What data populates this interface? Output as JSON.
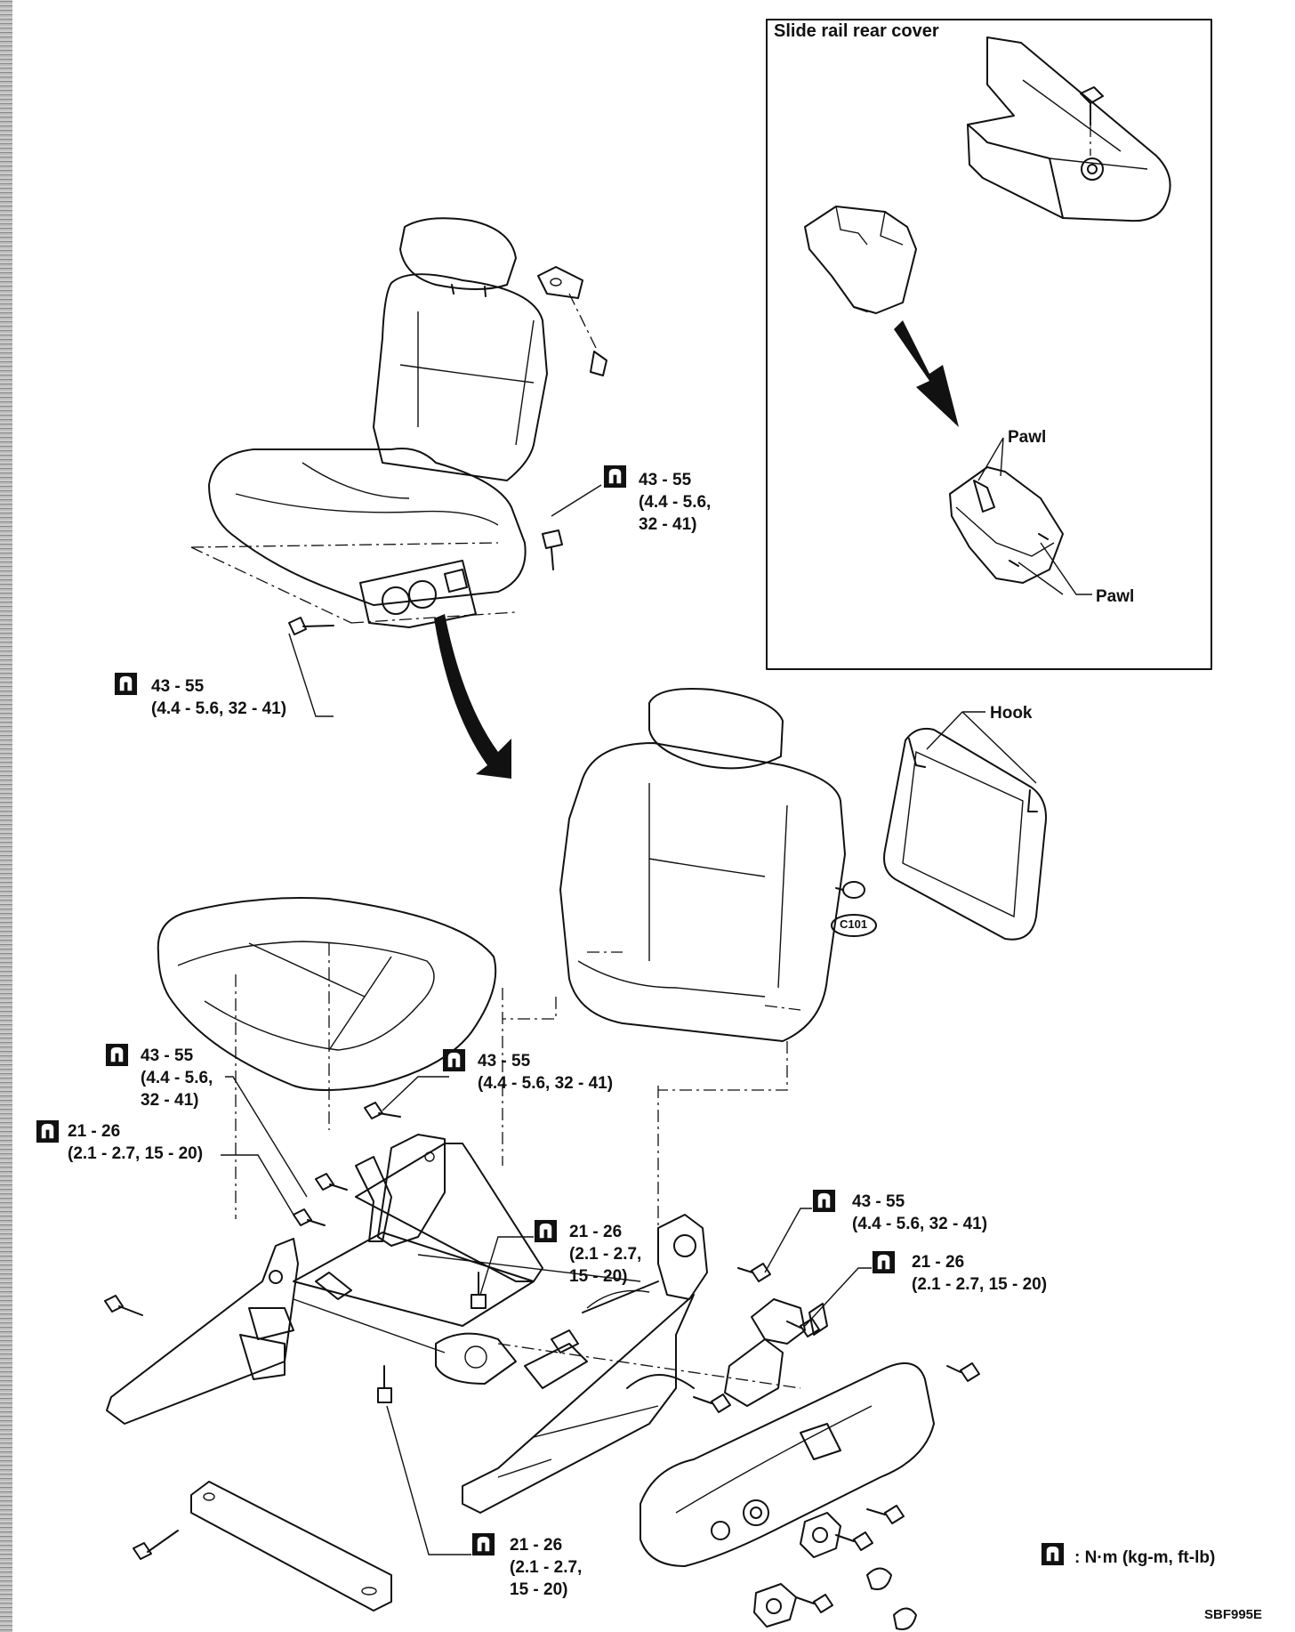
{
  "inset": {
    "title": "Slide rail rear cover"
  },
  "part_labels": {
    "pawl_upper": "Pawl",
    "pawl_lower": "Pawl",
    "hook": "Hook",
    "clip_code": "C101"
  },
  "torque_labels": [
    {
      "id": "t1",
      "text": "43 - 55\n(4.4 - 5.6,\n32 - 41)"
    },
    {
      "id": "t2",
      "text": "43 - 55\n(4.4 - 5.6, 32 - 41)"
    },
    {
      "id": "t3",
      "text": "43 - 55\n(4.4 - 5.6,\n32 - 41)"
    },
    {
      "id": "t4",
      "text": "43 - 55\n(4.4 - 5.6, 32 - 41)"
    },
    {
      "id": "t5",
      "text": "21 - 26\n(2.1 - 2.7, 15 - 20)"
    },
    {
      "id": "t6",
      "text": "21 - 26\n(2.1 - 2.7,\n15 - 20)"
    },
    {
      "id": "t7",
      "text": "43 - 55\n(4.4 - 5.6, 32 - 41)"
    },
    {
      "id": "t8",
      "text": "21 - 26\n(2.1 - 2.7, 15 - 20)"
    },
    {
      "id": "t9",
      "text": "21 - 26\n(2.1 - 2.7,\n15 - 20)"
    }
  ],
  "legend": {
    "unit": ":  N·m (kg-m, ft-lb)"
  },
  "figure_code": "SBF995E"
}
